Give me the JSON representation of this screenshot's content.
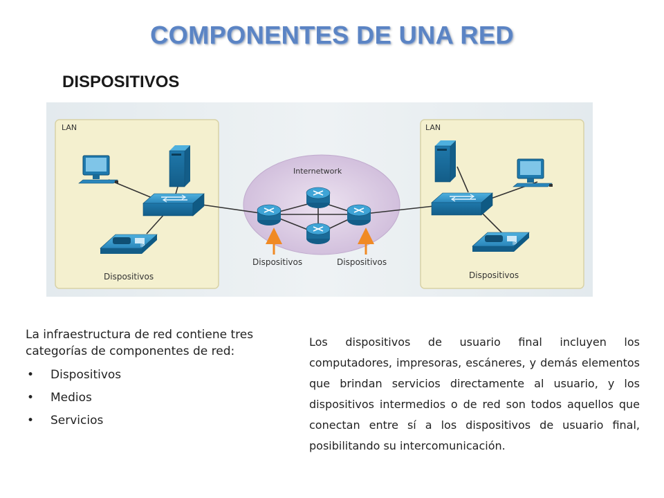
{
  "slide": {
    "title": "COMPONENTES DE UNA RED",
    "subtitle": "DISPOSITIVOS"
  },
  "diagram": {
    "left_lan": {
      "label": "LAN",
      "caption": "Dispositivos"
    },
    "right_lan": {
      "label": "LAN",
      "caption": "Dispositivos"
    },
    "internetwork": {
      "label": "Internetwork",
      "caption_left": "Dispositivos",
      "caption_right": "Dispositivos"
    },
    "phone_label": "IP",
    "colors": {
      "panel": "#f4f0cf",
      "background": "#dfe8ec",
      "cloud": "#d8c8e0",
      "device_blue": "#1f7fb0",
      "arrow": "#f08a24"
    },
    "icons": [
      "monitor-icon",
      "server-icon",
      "switch-icon",
      "ip-phone-icon",
      "router-icon"
    ]
  },
  "left_text": {
    "intro": "La infraestructura de red contiene tres categorías de componentes de red:",
    "bullet_char": "•",
    "bullets": [
      "Dispositivos",
      "Medios",
      "Servicios"
    ]
  },
  "right_text": {
    "paragraph": "Los dispositivos de usuario final incluyen los computadores, impresoras, escáneres, y demás elementos que brindan servicios directamente al usuario, y los dispositivos intermedios o de red son todos aquellos que conectan entre sí a los dispositivos de usuario final, posibilitando su intercomunicación."
  }
}
